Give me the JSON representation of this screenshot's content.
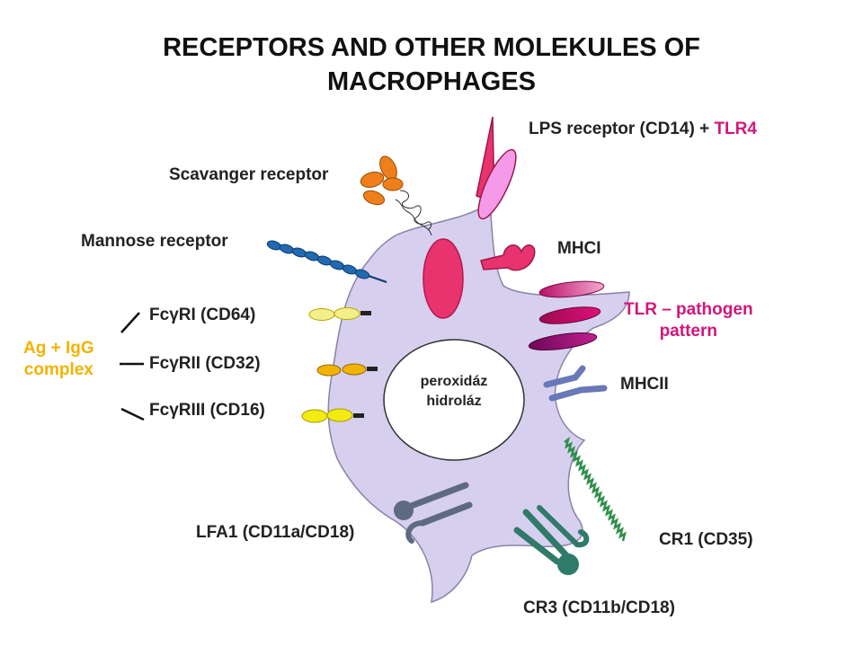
{
  "title": {
    "line1": "RECEPTORS AND OTHER MOLEKULES OF",
    "line2": "MACROPHAGES"
  },
  "labels": {
    "lps_receptor": "LPS receptor (CD14) +",
    "tlr4": "TLR4",
    "scavenger": "Scavanger receptor",
    "mannose": "Mannose receptor",
    "mhci": "MHCI",
    "tlr_line1": "TLR – pathogen",
    "tlr_line2": "pattern",
    "mhcii": "MHCII",
    "fc_prefix": "Fc",
    "gamma": "γ",
    "fcg1_suffix": "RI (CD64)",
    "fcg2_suffix": "RII (CD32)",
    "fcg3_suffix": "RIII (CD16)",
    "ag_line1": "Ag + IgG",
    "ag_line2": "complex",
    "nucleus_line1": "peroxidáz",
    "nucleus_line2": "hidroláz",
    "lfa1": "LFA1 (CD11a/CD18)",
    "cr1": "CR1 (CD35)",
    "cr3": "CR3 (CD11b/CD18)"
  },
  "colors": {
    "cell": "#d6d0ee",
    "tlr4": "#d2157c",
    "ag_complex": "#f2b300",
    "scavenger": "#ef7f1a",
    "mannose": "#1f6ab0",
    "lps": "#e8336f",
    "lps_light": "#f59ae8",
    "mhcii": "#6878b8",
    "lfa1": "#5d6a82",
    "cr3": "#2f7a68",
    "cr1": "#2f8f4a"
  }
}
